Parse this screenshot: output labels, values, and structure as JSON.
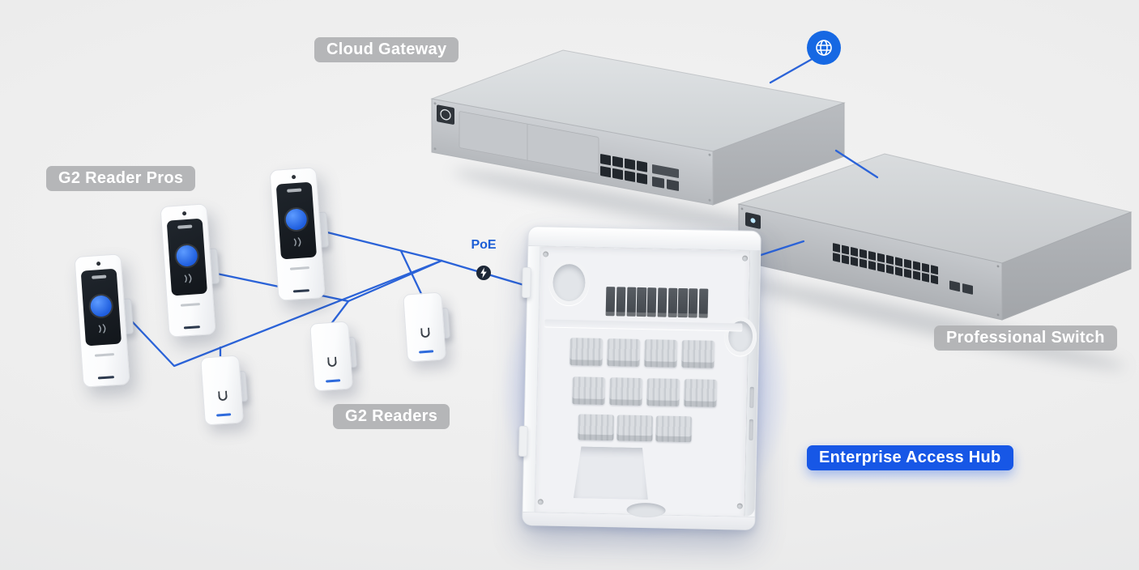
{
  "background_color": "#efefef",
  "accent_colors": {
    "connection_line": "#2b63d8",
    "badge_gray": "#b4b4b4",
    "badge_blue": "#1757e6",
    "globe_blue": "#1668e3",
    "hub_glow": "#6184ff"
  },
  "nodes": {
    "internet": {
      "icon": "globe-icon"
    },
    "cloud_gateway": {
      "label": "Cloud Gateway"
    },
    "professional_switch": {
      "label": "Professional Switch"
    },
    "enterprise_access_hub": {
      "label": "Enterprise Access Hub"
    },
    "g2_reader_pros": {
      "label": "G2 Reader Pros",
      "count": 3
    },
    "g2_readers": {
      "label": "G2 Readers",
      "count": 3
    },
    "poe": {
      "label": "PoE",
      "icon": "lightning-bolt-icon"
    }
  },
  "connections": [
    {
      "from": "internet",
      "to": "cloud_gateway"
    },
    {
      "from": "cloud_gateway",
      "to": "professional_switch"
    },
    {
      "from": "professional_switch",
      "to": "enterprise_access_hub"
    },
    {
      "from": "enterprise_access_hub",
      "to": "g2_reader_pros",
      "via": "poe"
    },
    {
      "from": "enterprise_access_hub",
      "to": "g2_readers",
      "via": "poe"
    }
  ]
}
